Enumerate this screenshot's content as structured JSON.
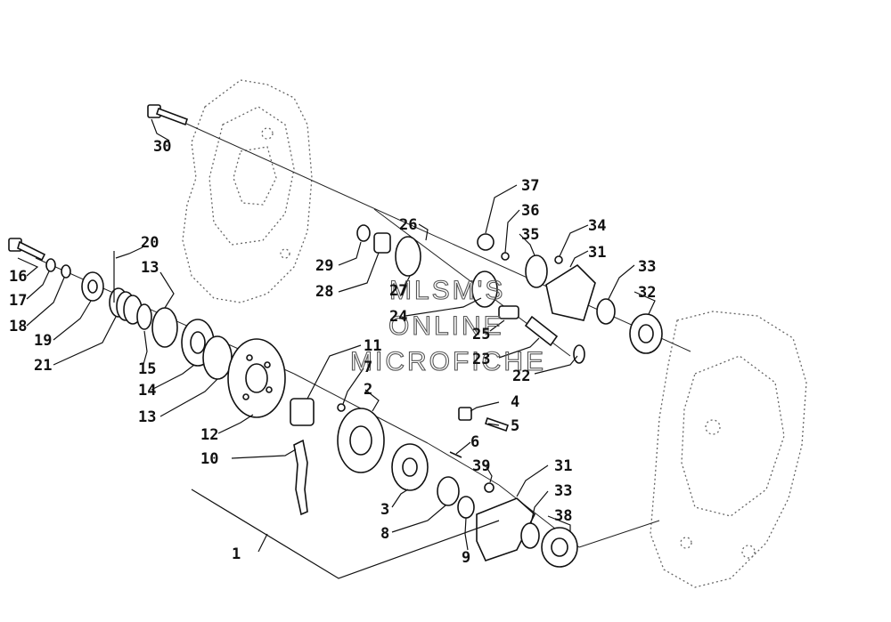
{
  "watermark": [
    "MLSM'S",
    "ONLINE",
    "MICROFICHE"
  ],
  "callouts": [
    "30",
    "16",
    "17",
    "18",
    "19",
    "21",
    "20",
    "13",
    "15",
    "14",
    "13",
    "12",
    "11",
    "7",
    "2",
    "10",
    "1",
    "4",
    "5",
    "6",
    "3",
    "8",
    "9",
    "39",
    "31",
    "33",
    "38",
    "29",
    "28",
    "26",
    "27",
    "24",
    "25",
    "23",
    "22",
    "37",
    "36",
    "35",
    "34",
    "31",
    "33",
    "32"
  ]
}
